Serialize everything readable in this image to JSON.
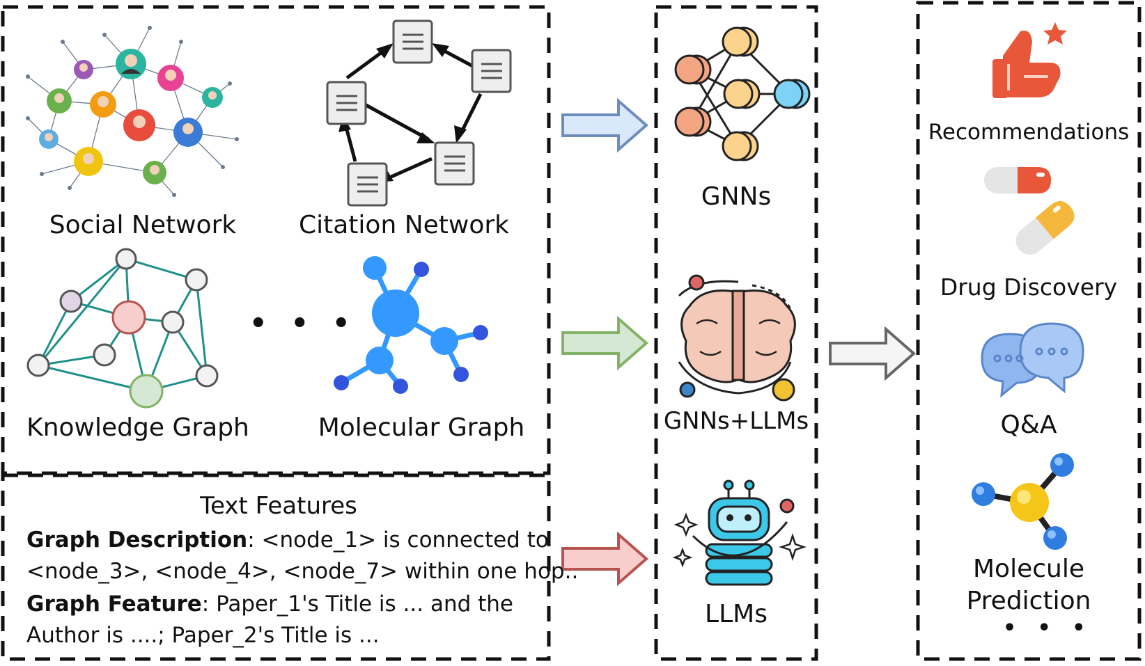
{
  "inputs": {
    "social_network": "Social Network",
    "citation_network": "Citation Network",
    "knowledge_graph": "Knowledge Graph",
    "molecular_graph": "Molecular Graph",
    "ellipsis": "• • •"
  },
  "text_features": {
    "title": "Text Features",
    "desc_label": "Graph Description",
    "desc_line1": ": <node_1> is connected to",
    "desc_line2": "<node_3>, <node_4>, <node_7> within one hop..",
    "feat_label": "Graph Feature",
    "feat_line1": ": Paper_1's Title is ... and the",
    "feat_line2": "Author is ....;  Paper_2's Title  is ..."
  },
  "models": {
    "gnns": "GNNs",
    "gnns_llms": "GNNs+LLMs",
    "llms": "LLMs"
  },
  "applications": {
    "recommendations": "Recommendations",
    "drug_discovery": "Drug Discovery",
    "qa": "Q&A",
    "molecule_line1": "Molecule",
    "molecule_line2": "Prediction",
    "ellipsis": "• • •"
  },
  "colors": {
    "arrow_blue": "#6c8ebf",
    "arrow_green": "#82b366",
    "arrow_red": "#b85450",
    "arrow_gray": "#666666",
    "molecule_blue": "#3399ff",
    "brain_pink": "#f4c9b8",
    "robot_cyan": "#3cc8e8",
    "thumb_red": "#e8573a"
  }
}
